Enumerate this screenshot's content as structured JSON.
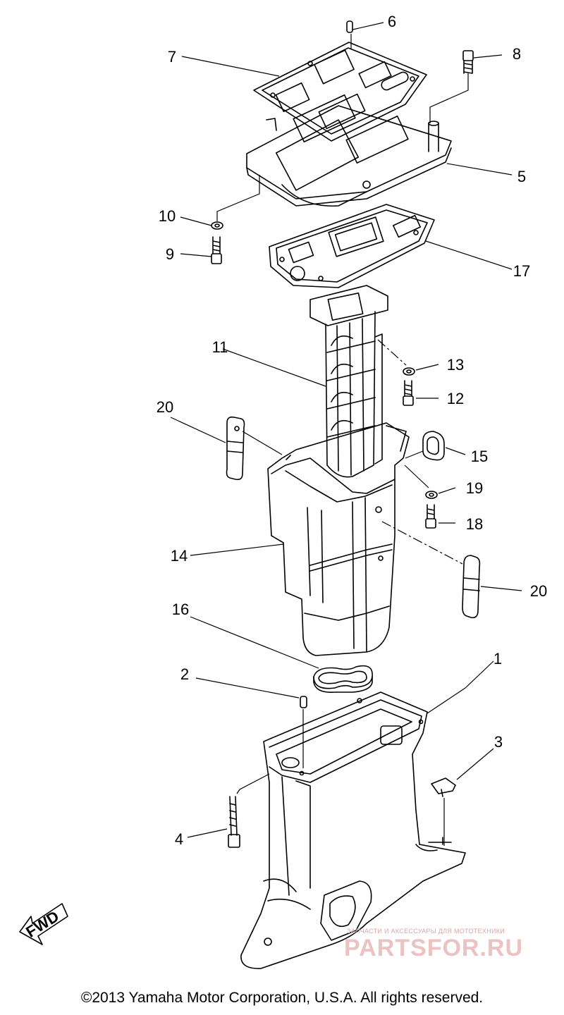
{
  "diagram": {
    "part_numbers": [
      "1",
      "2",
      "3",
      "4",
      "5",
      "6",
      "7",
      "8",
      "9",
      "10",
      "11",
      "12",
      "13",
      "14",
      "15",
      "16",
      "17",
      "18",
      "19",
      "20",
      "20"
    ],
    "fwd_label": "FWD"
  },
  "watermark": {
    "small": "ЗАПЧАСТИ И АКСЕССУАРЫ ДЛЯ МОТОТЕХНИКИ",
    "big": "PARTSFOR.RU"
  },
  "footer": {
    "copyright": "©2013 Yamaha Motor Corporation, U.S.A. All rights reserved."
  }
}
